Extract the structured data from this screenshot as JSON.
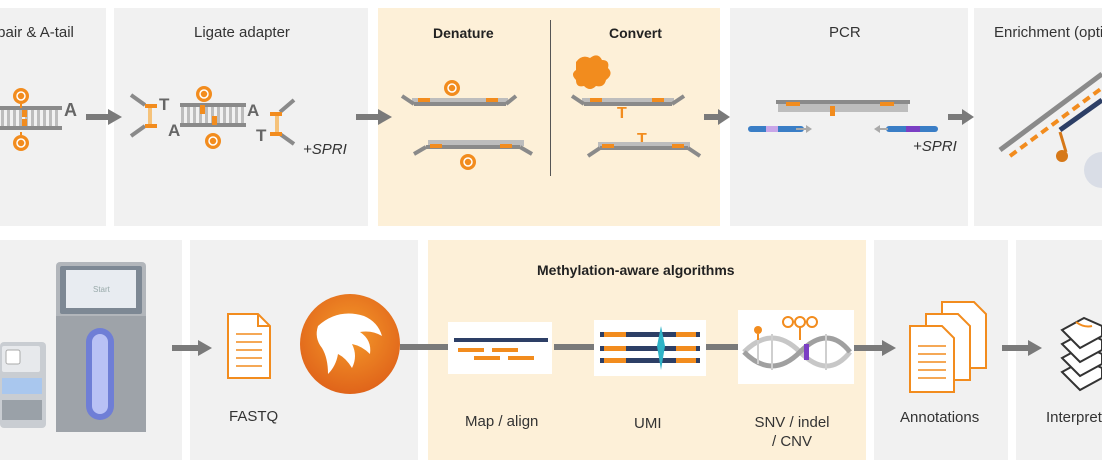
{
  "top_steps": {
    "repair": {
      "label": "Repair & A-tail",
      "base": "A",
      "marker": "m"
    },
    "ligate": {
      "label": "Ligate adapter",
      "base_t": "T",
      "base_a": "A",
      "spri": "+SPRI",
      "marker": "m"
    },
    "denature": {
      "label": "Denature",
      "marker": "m"
    },
    "convert": {
      "label": "Convert",
      "base": "T"
    },
    "pcr": {
      "label": "PCR",
      "spri": "+SPRI"
    },
    "enrichment": {
      "label": "Enrichment (optional)"
    }
  },
  "bottom_steps": {
    "sequencer": {
      "screen_text": "Start"
    },
    "fastq": {
      "label": "FASTQ"
    },
    "algorithms": {
      "title": "Methylation-aware algorithms",
      "items": [
        {
          "label": "Map / align"
        },
        {
          "label": "UMI"
        },
        {
          "label": "SNV / indel / CNV"
        }
      ]
    },
    "annotations": {
      "label": "Annotations"
    },
    "interpretation": {
      "label": "Interpretation"
    }
  },
  "colors": {
    "panel_bg": "#f1f1f1",
    "highlight_bg": "#fdf0d8",
    "accent_orange": "#f28c1e",
    "dna_grey": "#8a8a8a",
    "arrow_grey": "#7a7a7a"
  }
}
